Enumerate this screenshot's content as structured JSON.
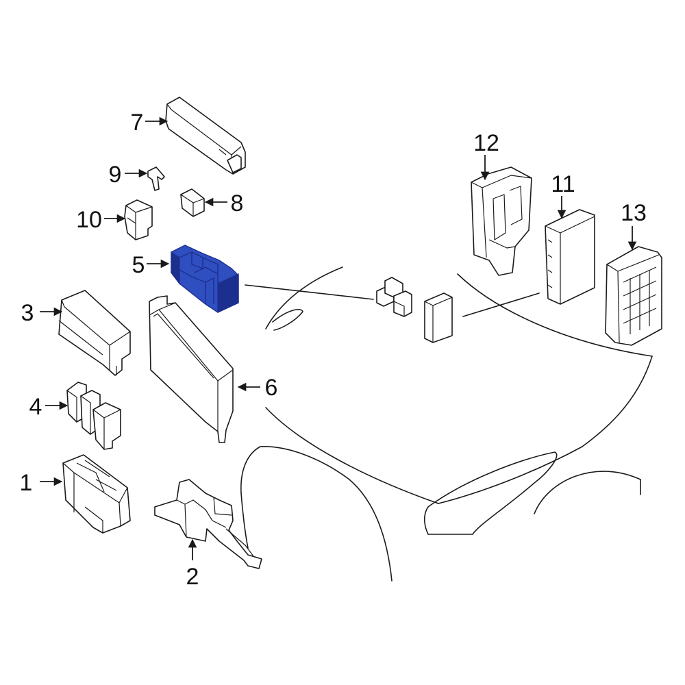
{
  "colors": {
    "highlight": "#2f4fc0",
    "highlight_dark": "#1c2f8f",
    "line": "#1a1a1a",
    "background": "#ffffff"
  },
  "highlighted_callout": "5",
  "callouts": [
    {
      "id": "1",
      "text": "1"
    },
    {
      "id": "2",
      "text": "2"
    },
    {
      "id": "3",
      "text": "3"
    },
    {
      "id": "4",
      "text": "4"
    },
    {
      "id": "5",
      "text": "5"
    },
    {
      "id": "6",
      "text": "6"
    },
    {
      "id": "7",
      "text": "7"
    },
    {
      "id": "8",
      "text": "8"
    },
    {
      "id": "9",
      "text": "9"
    },
    {
      "id": "10",
      "text": "10"
    },
    {
      "id": "11",
      "text": "11"
    },
    {
      "id": "12",
      "text": "12"
    },
    {
      "id": "13",
      "text": "13"
    }
  ]
}
